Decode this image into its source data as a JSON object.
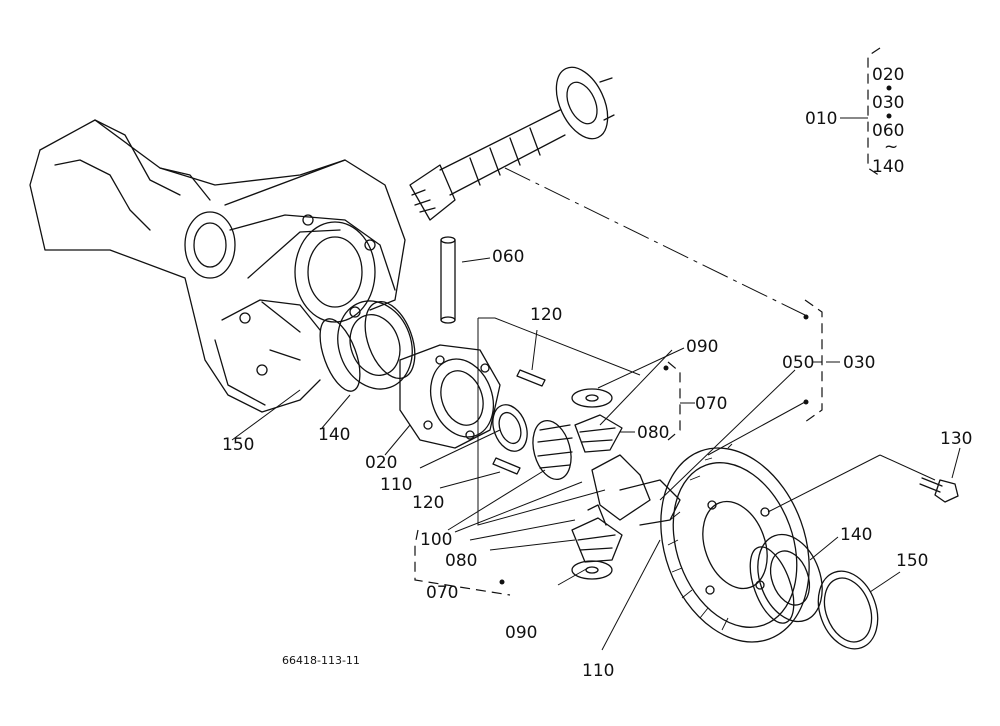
{
  "drawing": {
    "code": "66418-113-11"
  },
  "callouts": {
    "c010": "010",
    "c020_legend": "020",
    "c030_legend": "030",
    "c060_legend": "060",
    "tilde": "~",
    "c140_legend": "140",
    "c060": "060",
    "c120_top": "120",
    "c090_top": "090",
    "c070_top": "070",
    "c080_top": "080",
    "c050": "050",
    "c030": "030",
    "c130": "130",
    "c150_left": "150",
    "c140_left": "140",
    "c020": "020",
    "c110_left": "110",
    "c120_bot": "120",
    "c100": "100",
    "c080_bot": "080",
    "c070_bot": "070",
    "c090_bot": "090",
    "c110_bot": "110",
    "c140_right": "140",
    "c150_right": "150"
  }
}
